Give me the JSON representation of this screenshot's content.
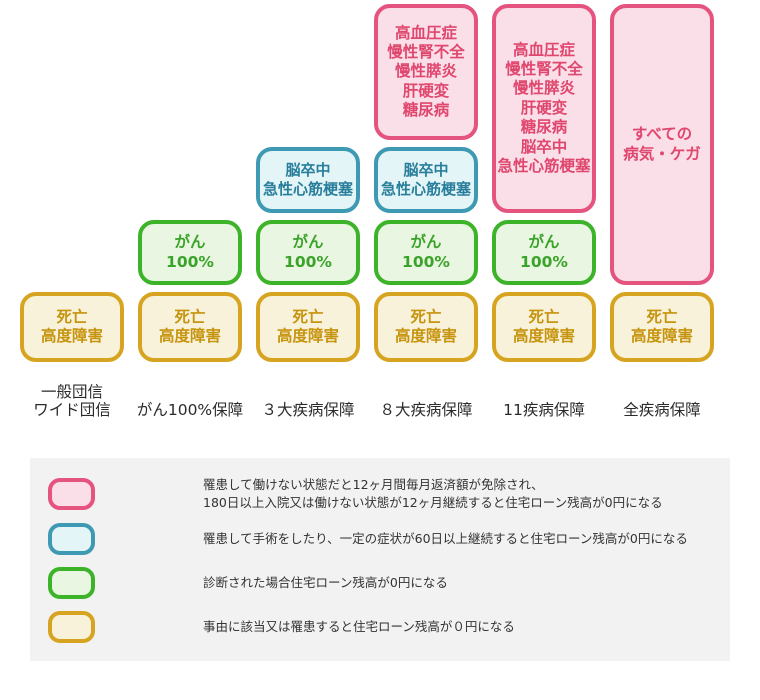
{
  "colors": {
    "pink-border": "#e5537f",
    "pink-fill": "#fbdfe8",
    "pink-text": "#e0476f",
    "blue-border": "#3e9ab2",
    "blue-fill": "#e4f5f8",
    "blue-text": "#297f9b",
    "green-border": "#3db32a",
    "green-fill": "#e9f6e1",
    "green-text": "#3aa329",
    "yellow-border": "#d7a421",
    "yellow-fill": "#f9f2da",
    "yellow-text": "#c6940e",
    "panel-bg": "#f2f2f2",
    "label-text": "#2b2b2b",
    "legend-text": "#333333"
  },
  "columns": [
    {
      "id": "general-dantai",
      "label": "一般団信\nワイド団信",
      "boxes": [
        {
          "type": "yellow",
          "span": [
            "yellow"
          ],
          "lines": [
            "死亡",
            "高度障害"
          ]
        }
      ]
    },
    {
      "id": "cancer-100",
      "label": "がん100%保障",
      "boxes": [
        {
          "type": "green",
          "span": [
            "green"
          ],
          "lines": [
            "がん",
            "100%"
          ]
        },
        {
          "type": "yellow",
          "span": [
            "yellow"
          ],
          "lines": [
            "死亡",
            "高度障害"
          ]
        }
      ]
    },
    {
      "id": "three-diseases",
      "label": "３大疾病保障",
      "boxes": [
        {
          "type": "blue",
          "span": [
            "blue"
          ],
          "lines": [
            "脳卒中",
            "急性心筋梗塞"
          ]
        },
        {
          "type": "green",
          "span": [
            "green"
          ],
          "lines": [
            "がん",
            "100%"
          ]
        },
        {
          "type": "yellow",
          "span": [
            "yellow"
          ],
          "lines": [
            "死亡",
            "高度障害"
          ]
        }
      ]
    },
    {
      "id": "eight-diseases",
      "label": "８大疾病保障",
      "boxes": [
        {
          "type": "pink",
          "span": [
            "top"
          ],
          "lines": [
            "高血圧症",
            "慢性腎不全",
            "慢性膵炎",
            "肝硬変",
            "糖尿病"
          ]
        },
        {
          "type": "blue",
          "span": [
            "blue"
          ],
          "lines": [
            "脳卒中",
            "急性心筋梗塞"
          ]
        },
        {
          "type": "green",
          "span": [
            "green"
          ],
          "lines": [
            "がん",
            "100%"
          ]
        },
        {
          "type": "yellow",
          "span": [
            "yellow"
          ],
          "lines": [
            "死亡",
            "高度障害"
          ]
        }
      ]
    },
    {
      "id": "eleven-diseases",
      "label": "11疾病保障",
      "boxes": [
        {
          "type": "pink",
          "span": [
            "top",
            "blue"
          ],
          "lines": [
            "高血圧症",
            "慢性腎不全",
            "慢性膵炎",
            "肝硬変",
            "糖尿病",
            "脳卒中",
            "急性心筋梗塞"
          ]
        },
        {
          "type": "green",
          "span": [
            "green"
          ],
          "lines": [
            "がん",
            "100%"
          ]
        },
        {
          "type": "yellow",
          "span": [
            "yellow"
          ],
          "lines": [
            "死亡",
            "高度障害"
          ]
        }
      ]
    },
    {
      "id": "all-diseases",
      "label": "全疾病保障",
      "boxes": [
        {
          "type": "pink",
          "span": [
            "top",
            "blue",
            "green"
          ],
          "lines": [
            "すべての",
            "病気・ケガ"
          ]
        },
        {
          "type": "yellow",
          "span": [
            "yellow"
          ],
          "lines": [
            "死亡",
            "高度障害"
          ]
        }
      ]
    }
  ],
  "legend": [
    {
      "type": "pink",
      "text": "罹患して働けない状態だと12ヶ月間毎月返済額が免除され、\n180日以上入院又は働けない状態が12ヶ月継続すると住宅ローン残高が0円になる"
    },
    {
      "type": "blue",
      "text": "罹患して手術をしたり、一定の症状が60日以上継続すると住宅ローン残高が0円になる"
    },
    {
      "type": "green",
      "text": "診断された場合住宅ローン残高が0円になる"
    },
    {
      "type": "yellow",
      "text": "事由に該当又は罹患すると住宅ローン残高が０円になる"
    }
  ]
}
